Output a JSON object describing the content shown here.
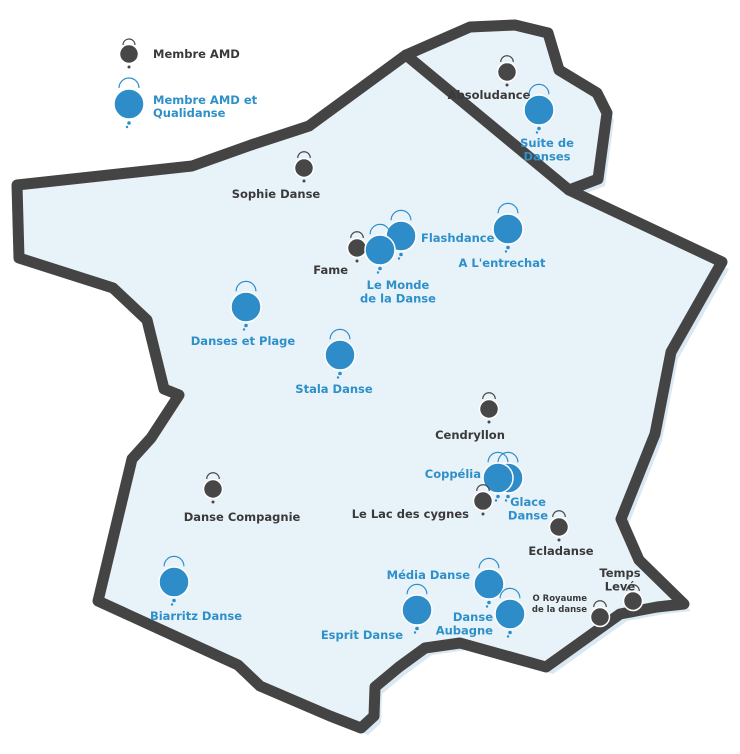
{
  "colors": {
    "member": "#474747",
    "qualidanse": "#2e8dc8",
    "land": "#e8f2f9",
    "land_shadow": "#d9e8f3",
    "border": "#444444",
    "label_dark": "#3a3a3a",
    "label_blue": "#2e90c9"
  },
  "legend": {
    "member_label": "Membre AMD",
    "qualidanse_label_line1": "Membre AMD et",
    "qualidanse_label_line2": "Qualidanse"
  },
  "markers": {
    "absoludance": {
      "type": "member",
      "label": "Absoludance"
    },
    "suite_de_danses": {
      "type": "qualidanse",
      "label": [
        "Suite de",
        "Danses"
      ]
    },
    "sophie_danse": {
      "type": "member",
      "label": "Sophie Danse"
    },
    "flashdance": {
      "type": "qualidanse",
      "label": "Flashdance"
    },
    "fame": {
      "type": "member",
      "label": "Fame"
    },
    "le_monde_de_la_danse": {
      "type": "qualidanse",
      "label": [
        "Le Monde",
        "de la Danse"
      ]
    },
    "a_lentrechat": {
      "type": "qualidanse",
      "label": "A L'entrechat"
    },
    "danses_et_plage": {
      "type": "qualidanse",
      "label": "Danses et Plage"
    },
    "stala_danse": {
      "type": "qualidanse",
      "label": "Stala Danse"
    },
    "cendryllon": {
      "type": "member",
      "label": "Cendryllon"
    },
    "coppelia": {
      "type": "qualidanse",
      "label": "Coppélia"
    },
    "glace_danse": {
      "type": "qualidanse",
      "label": [
        "Glace",
        "Danse"
      ]
    },
    "le_lac_des_cygnes": {
      "type": "member",
      "label": "Le Lac des cygnes"
    },
    "ecladanse": {
      "type": "member",
      "label": "Ecladanse"
    },
    "danse_compagnie": {
      "type": "member",
      "label": "Danse Compagnie"
    },
    "temps_leve": {
      "type": "member",
      "label": [
        "Temps",
        "Levé"
      ]
    },
    "o_royaume_de_la_danse": {
      "type": "member",
      "label": [
        "O Royaume",
        "de la danse"
      ]
    },
    "media_danse": {
      "type": "qualidanse",
      "label": "Média Danse"
    },
    "danse_aubagne": {
      "type": "qualidanse",
      "label": [
        "Danse",
        "Aubagne"
      ]
    },
    "esprit_danse": {
      "type": "qualidanse",
      "label": "Esprit Danse"
    },
    "biarritz_danse": {
      "type": "qualidanse",
      "label": "Biarritz Danse"
    }
  }
}
